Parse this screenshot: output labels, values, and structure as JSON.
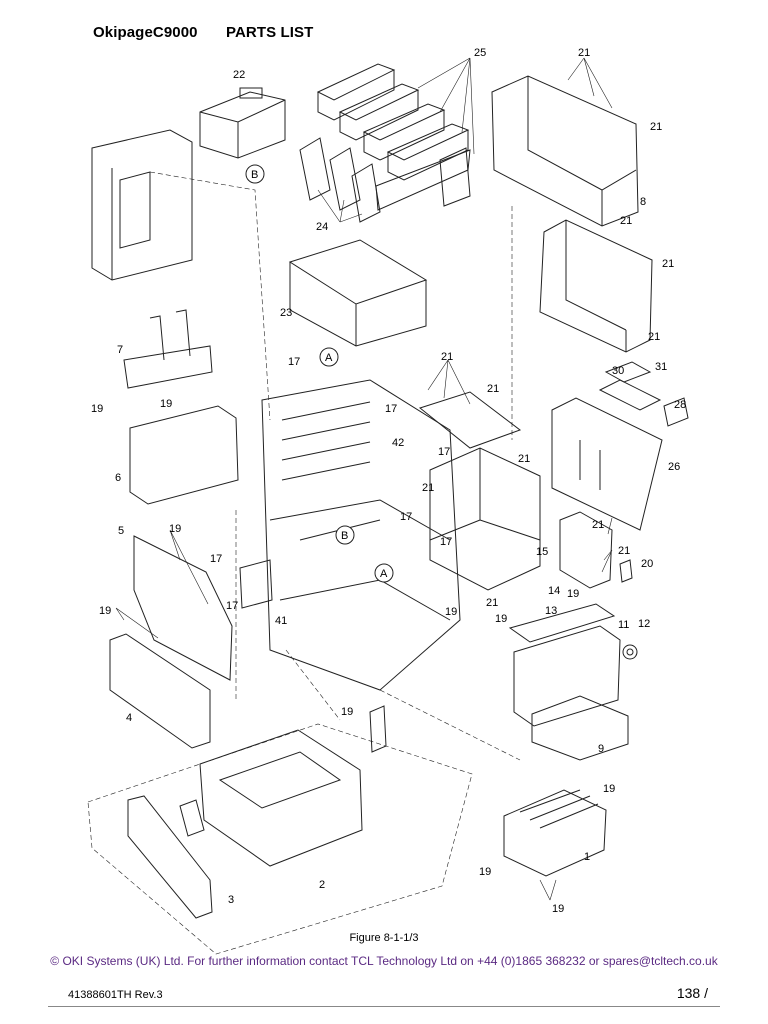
{
  "header": {
    "model": "OkipageC9000",
    "title": "PARTS LIST"
  },
  "callouts": [
    {
      "id": "c25",
      "text": "25"
    },
    {
      "id": "c21a",
      "text": "21"
    },
    {
      "id": "c22",
      "text": "22"
    },
    {
      "id": "c21b",
      "text": "21"
    },
    {
      "id": "cB1",
      "text": "B"
    },
    {
      "id": "c8",
      "text": "8"
    },
    {
      "id": "c24",
      "text": "24"
    },
    {
      "id": "c21c",
      "text": "21"
    },
    {
      "id": "c21d",
      "text": "21"
    },
    {
      "id": "c23",
      "text": "23"
    },
    {
      "id": "c21e",
      "text": "21"
    },
    {
      "id": "cA1",
      "text": "A"
    },
    {
      "id": "c7",
      "text": "7"
    },
    {
      "id": "c17a",
      "text": "17"
    },
    {
      "id": "c21f",
      "text": "21"
    },
    {
      "id": "c21g",
      "text": "21"
    },
    {
      "id": "c30",
      "text": "30"
    },
    {
      "id": "c31",
      "text": "31"
    },
    {
      "id": "c19a",
      "text": "19"
    },
    {
      "id": "c19b",
      "text": "19"
    },
    {
      "id": "c17b",
      "text": "17"
    },
    {
      "id": "c28",
      "text": "28"
    },
    {
      "id": "c42",
      "text": "42"
    },
    {
      "id": "c17c",
      "text": "17"
    },
    {
      "id": "c6",
      "text": "6"
    },
    {
      "id": "c21h",
      "text": "21"
    },
    {
      "id": "c26",
      "text": "26"
    },
    {
      "id": "c21i",
      "text": "21"
    },
    {
      "id": "c17d",
      "text": "17"
    },
    {
      "id": "c5",
      "text": "5"
    },
    {
      "id": "c19c",
      "text": "19"
    },
    {
      "id": "cB2",
      "text": "B"
    },
    {
      "id": "c17e",
      "text": "17"
    },
    {
      "id": "c21j",
      "text": "21"
    },
    {
      "id": "c15",
      "text": "15"
    },
    {
      "id": "c21k",
      "text": "21"
    },
    {
      "id": "c17f",
      "text": "17"
    },
    {
      "id": "cA2",
      "text": "A"
    },
    {
      "id": "c20",
      "text": "20"
    },
    {
      "id": "c14",
      "text": "14"
    },
    {
      "id": "c19d",
      "text": "19"
    },
    {
      "id": "c21l",
      "text": "21"
    },
    {
      "id": "c17g",
      "text": "17"
    },
    {
      "id": "c19e",
      "text": "19"
    },
    {
      "id": "c41",
      "text": "41"
    },
    {
      "id": "c13",
      "text": "13"
    },
    {
      "id": "c19f",
      "text": "19"
    },
    {
      "id": "c19g",
      "text": "19"
    },
    {
      "id": "c11",
      "text": "11"
    },
    {
      "id": "c12",
      "text": "12"
    },
    {
      "id": "c4",
      "text": "4"
    },
    {
      "id": "c19h",
      "text": "19"
    },
    {
      "id": "c9",
      "text": "9"
    },
    {
      "id": "c19i",
      "text": "19"
    },
    {
      "id": "c1",
      "text": "1"
    },
    {
      "id": "c19j",
      "text": "19"
    },
    {
      "id": "c2",
      "text": "2"
    },
    {
      "id": "c3",
      "text": "3"
    },
    {
      "id": "c19k",
      "text": "19"
    }
  ],
  "caption": "Figure 8-1-1/3",
  "footer": {
    "copyright": "© OKI Systems (UK) Ltd. For further information contact TCL Technology Ltd on +44 (0)1865 368232 or spares@tcltech.co.uk",
    "doc_number": "41388601TH  Rev.3",
    "page": "138 /"
  },
  "colors": {
    "copyright_text": "#5b2a83",
    "line_art": "#222222"
  }
}
